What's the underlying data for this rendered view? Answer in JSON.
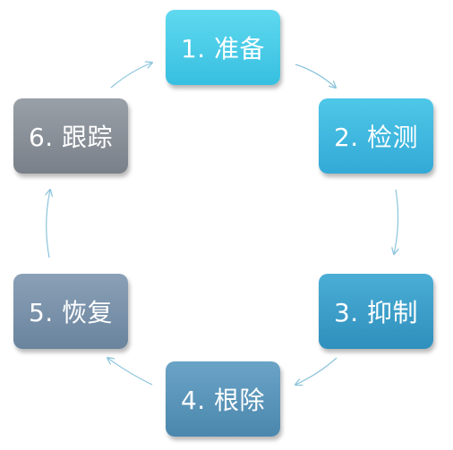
{
  "steps": [
    {
      "label": "1. 准备",
      "color_top": "#5fd9ef",
      "color_bottom": "#37bfe0"
    },
    {
      "label": "2. 检测",
      "color_top": "#4ec7e8",
      "color_bottom": "#33a9d6"
    },
    {
      "label": "3. 抑制",
      "color_top": "#4aaed5",
      "color_bottom": "#2f8fbd"
    },
    {
      "label": "4. 根除",
      "color_top": "#6aa3c6",
      "color_bottom": "#4b87ad"
    },
    {
      "label": "5. 恢复",
      "color_top": "#8aa0b6",
      "color_bottom": "#6a849e"
    },
    {
      "label": "6. 跟踪",
      "color_top": "#9aa0a8",
      "color_bottom": "#7a8089"
    }
  ],
  "arrow_color": "#8cc4dc"
}
